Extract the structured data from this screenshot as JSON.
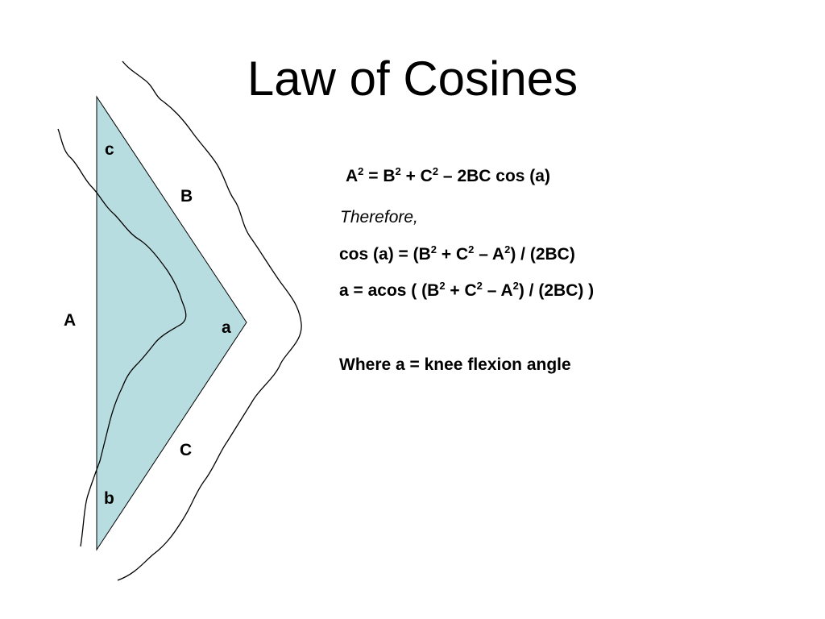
{
  "slide": {
    "title": "Law of Cosines"
  },
  "diagram": {
    "vertex_labels": {
      "c": "c",
      "b": "b",
      "a": "a"
    },
    "side_labels": {
      "A": "A",
      "B": "B",
      "C": "C"
    },
    "triangle_fill": "#b8dde1",
    "outline_color": "#000000"
  },
  "equations": {
    "line1": {
      "A": "A",
      "eq_B": " = B",
      "plus_C": " + C",
      "rest": " – 2BC cos (a)",
      "exp": "2"
    },
    "therefore": "Therefore,",
    "line2": {
      "prefix": "cos (a) = (B",
      "plus_C": " + C",
      "minus_A": " – A",
      "suffix": ") / (2BC)",
      "exp": "2"
    },
    "line3": {
      "prefix": "a = acos ( (B",
      "plus_C": " + C",
      "minus_A": " – A",
      "suffix": ") / (2BC) )",
      "exp": "2"
    },
    "note": "Where a = knee flexion angle"
  }
}
